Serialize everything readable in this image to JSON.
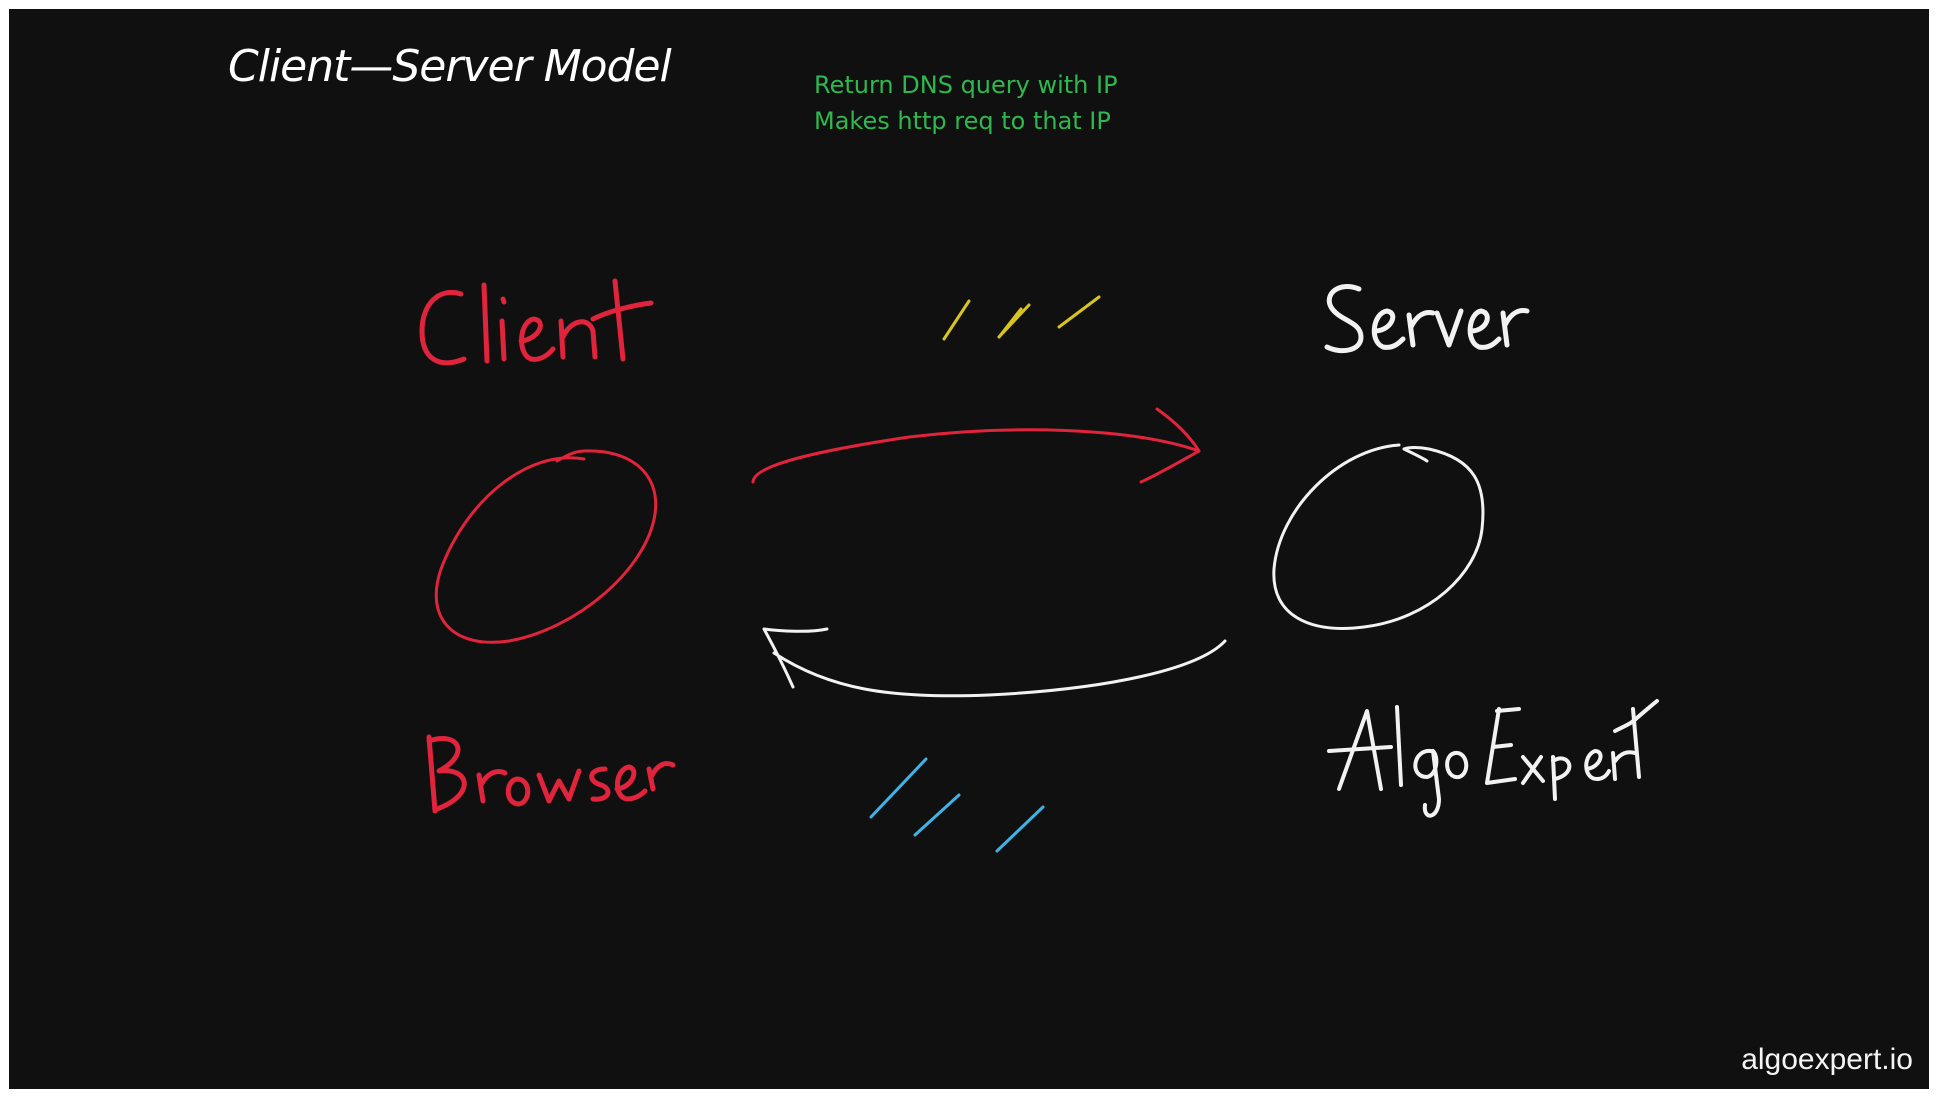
{
  "title": "Client—Server Model",
  "notes": [
    "Return DNS query with IP",
    "Makes http req to that IP"
  ],
  "handwritten_labels": {
    "client": "Client",
    "browser": "Browser",
    "server": "Server",
    "algoexpert": "AlgoExpert"
  },
  "watermark": "algoexpert.io",
  "colors": {
    "background": "#101010",
    "client": "#e0243c",
    "server": "#f2f2f2",
    "notes": "#2fb84d",
    "request_ticks": "#d8c41f",
    "response_ticks": "#3fb3e6"
  }
}
